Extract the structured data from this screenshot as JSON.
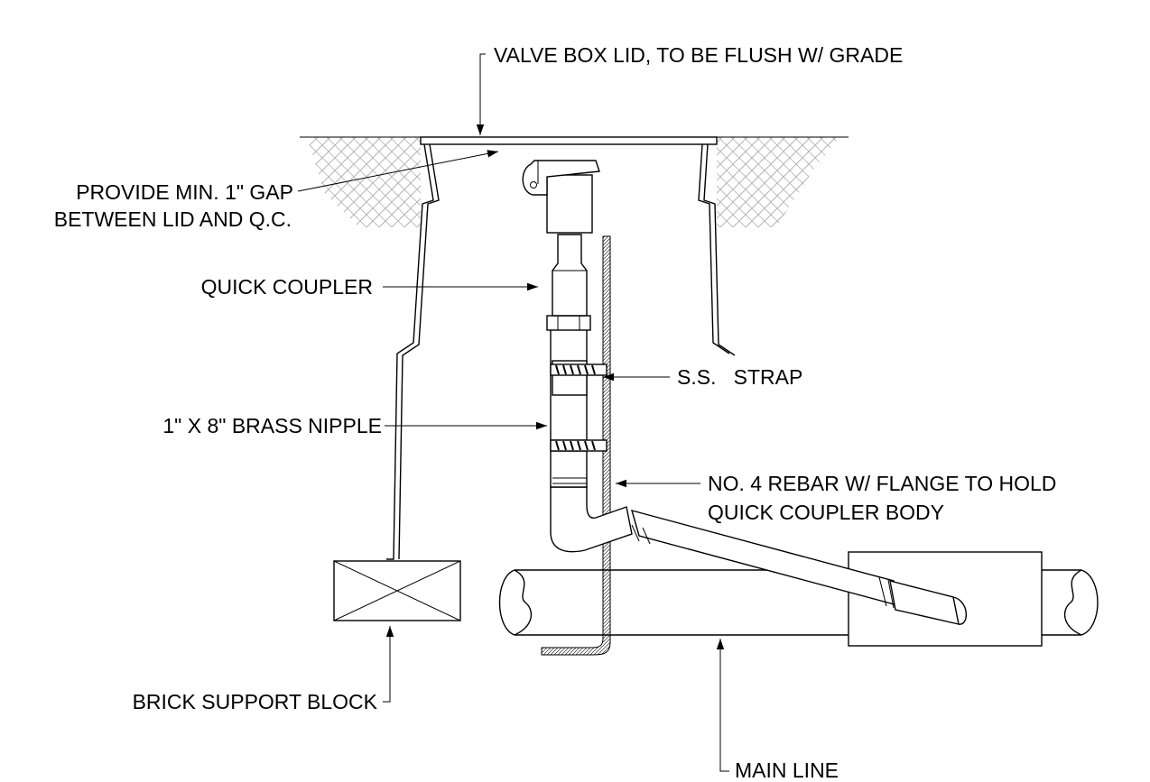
{
  "labels": {
    "valve_box_lid": "VALVE BOX LID, TO BE FLUSH W/ GRADE",
    "gap_line1": "PROVIDE MIN. 1\" GAP",
    "gap_line2": "BETWEEN LID AND Q.C.",
    "quick_coupler": "QUICK COUPLER",
    "ss_strap": "S.S.   STRAP",
    "brass_nipple": "1\" X 8\" BRASS NIPPLE",
    "rebar_line1": "NO. 4 REBAR W/ FLANGE TO HOLD",
    "rebar_line2": "QUICK COUPLER BODY",
    "brick_support": "BRICK SUPPORT BLOCK",
    "main_line": "MAIN LINE"
  },
  "colors": {
    "line": "#000000",
    "soil_hatch": "#b3b3b3",
    "background": "#ffffff"
  }
}
